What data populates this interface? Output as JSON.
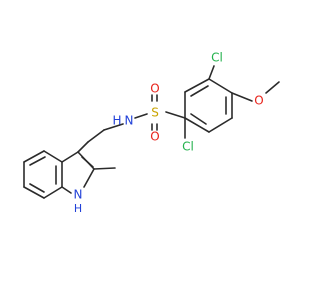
{
  "molecule": {
    "atoms": {
      "cl_top": "Cl",
      "cl_bottom": "Cl",
      "o_methoxy": "O",
      "s": "S",
      "o_s_upper": "O",
      "o_s_lower": "O",
      "n_amide": "N",
      "h_amide": "H",
      "n_indole": "N",
      "h_indole": "H"
    },
    "colors": {
      "bond": "#2b2b2b",
      "carbon_text": "#2b2b2b",
      "chlorine": "#22b14c",
      "oxygen": "#e8221a",
      "sulfur": "#c9a400",
      "nitrogen": "#2141d8"
    }
  }
}
